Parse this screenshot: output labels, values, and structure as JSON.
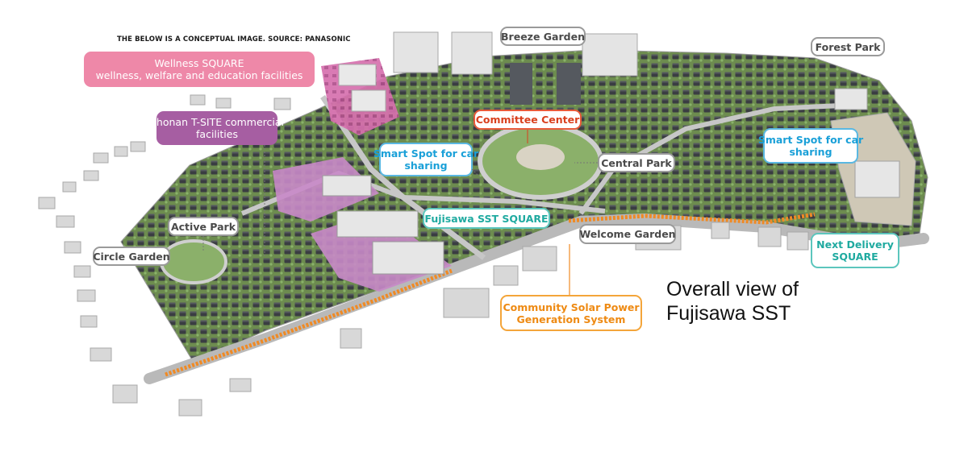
{
  "source_note": "THE BELOW IS A CONCEPTUAL IMAGE. SOURCE: PANASONIC",
  "title": {
    "line1": "Overall view of",
    "line2": "Fujisawa SST"
  },
  "labels": {
    "breeze_garden": "Breeze Garden",
    "forest_park": "Forest Park",
    "wellness_square": {
      "line1": "Wellness SQUARE",
      "line2": "wellness, welfare and education facilities"
    },
    "tsite": {
      "line1": "Shonan T-SITE commercial",
      "line2": "facilities"
    },
    "committee_center": "Committee Center",
    "smart_spot_left": {
      "line1": "Smart Spot for car",
      "line2": "sharing"
    },
    "smart_spot_right": {
      "line1": "Smart Spot for car",
      "line2": "sharing"
    },
    "central_park": "Central Park",
    "fujisawa_sst_square": "Fujisawa SST SQUARE",
    "active_park": "Active Park",
    "welcome_garden": "Welcome Garden",
    "next_delivery": {
      "line1": "Next Delivery",
      "line2": "SQUARE"
    },
    "circle_garden": "Circle Garden",
    "solar": {
      "line1": "Community Solar Power",
      "line2": "Generation System"
    }
  },
  "colors": {
    "wellness_zone": "#ee88a8",
    "commercial_zone": "#a65ea2",
    "solar_road": "#f08a24",
    "smart_spot": "#1aa0d8",
    "sst_square": "#1faaa0",
    "committee": "#d9401e",
    "houses": "#3c3f43",
    "greenery": "#7fa85c"
  }
}
